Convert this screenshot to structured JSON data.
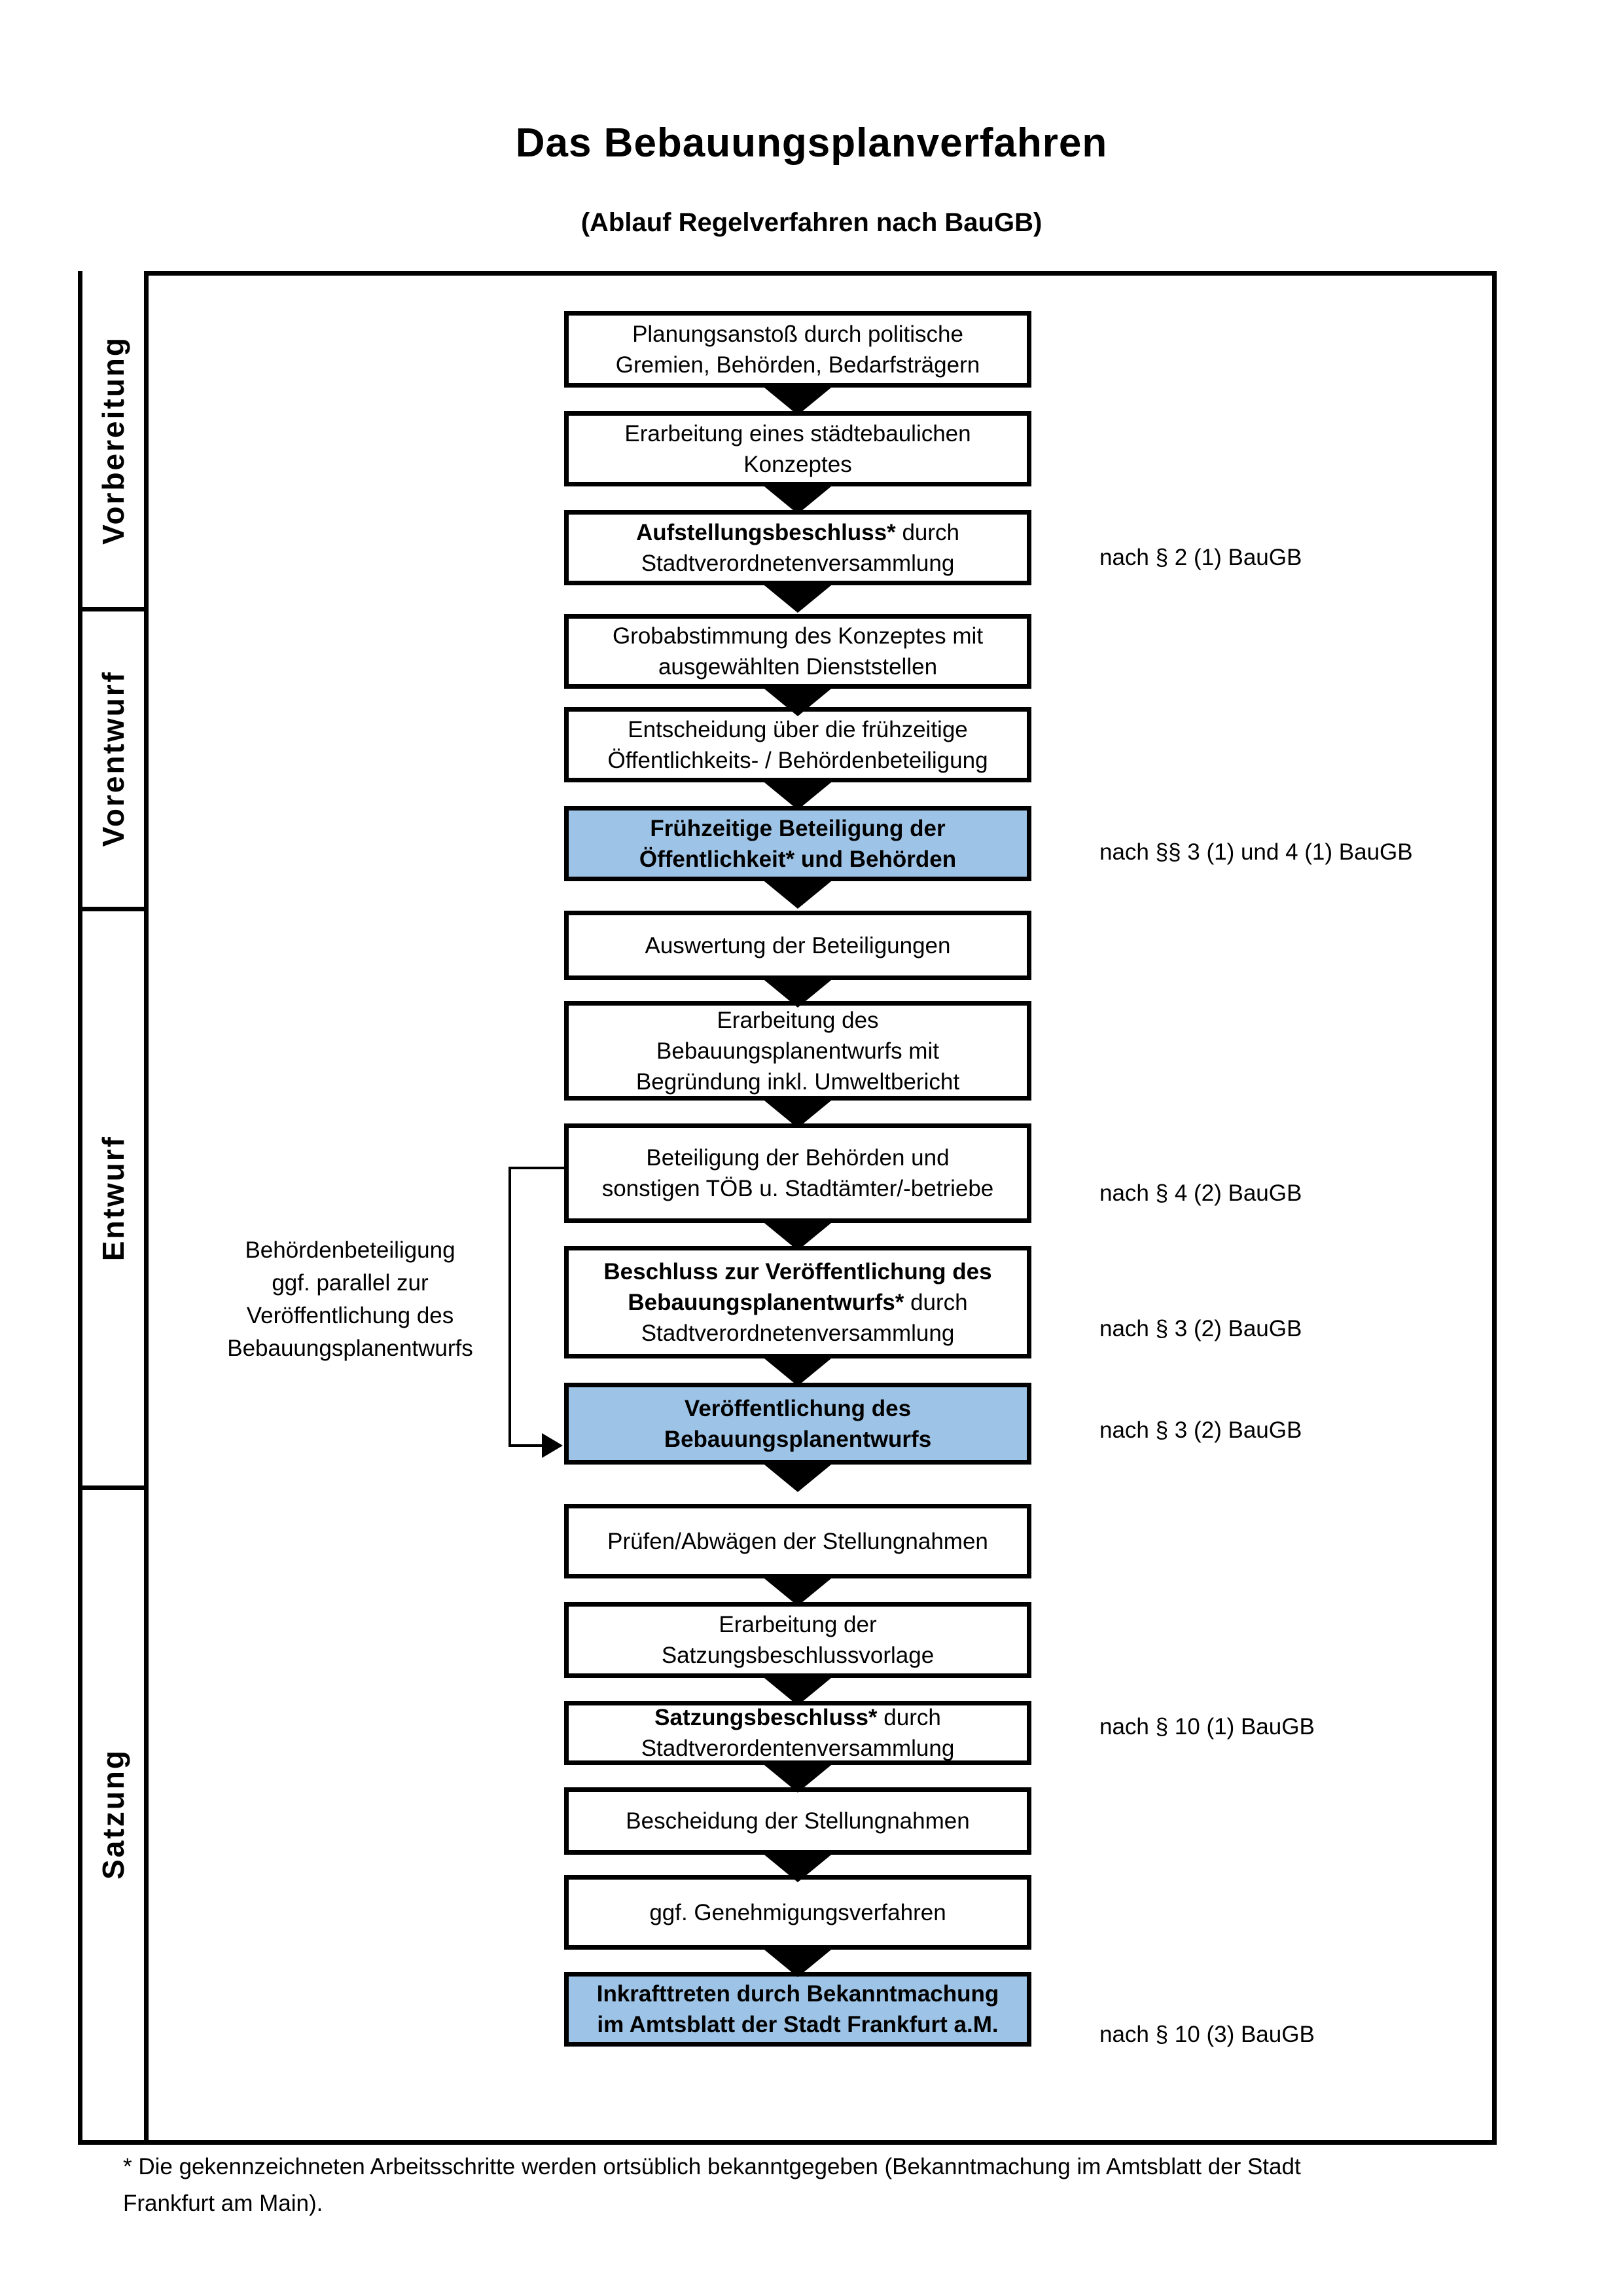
{
  "palette": {
    "highlight_blue": "#9dc3e6",
    "border_black": "#000000",
    "label_column_background": "#ffffff",
    "phase_backgrounds": [
      "#f2f2f2",
      "#e4e4e4",
      "#d5d5d5",
      "#bcbcbc"
    ]
  },
  "title": "Das Bebauungsplanverfahren",
  "subtitle": "(Ablauf Regelverfahren nach BauGB)",
  "phases": [
    {
      "label": "Vorbereitung"
    },
    {
      "label": "Vorentwurf"
    },
    {
      "label": "Entwurf"
    },
    {
      "label": "Satzung"
    }
  ],
  "boxes": [
    {
      "phase": "Vorbereitung",
      "highlight": false,
      "lines": [
        [
          {
            "text": "Planungsanstoß durch politische",
            "bold": false
          }
        ],
        [
          {
            "text": "Gremien, Behörden, Bedarfsträgern",
            "bold": false
          }
        ]
      ]
    },
    {
      "phase": "Vorbereitung",
      "highlight": false,
      "lines": [
        [
          {
            "text": "Erarbeitung eines städtebaulichen",
            "bold": false
          }
        ],
        [
          {
            "text": "Konzeptes",
            "bold": false
          }
        ]
      ]
    },
    {
      "phase": "Vorbereitung",
      "highlight": false,
      "lines": [
        [
          {
            "text": "Aufstellungsbeschluss*",
            "bold": true
          },
          {
            "text": " durch",
            "bold": false
          }
        ],
        [
          {
            "text": "Stadtverordnetenversammlung",
            "bold": false
          }
        ]
      ]
    },
    {
      "phase": "Vorentwurf",
      "highlight": false,
      "lines": [
        [
          {
            "text": "Grobabstimmung des Konzeptes mit",
            "bold": false
          }
        ],
        [
          {
            "text": "ausgewählten Dienststellen",
            "bold": false
          }
        ]
      ]
    },
    {
      "phase": "Vorentwurf",
      "highlight": false,
      "lines": [
        [
          {
            "text": "Entscheidung über die frühzeitige",
            "bold": false
          }
        ],
        [
          {
            "text": "Öffentlichkeits- / Behördenbeteiligung",
            "bold": false
          }
        ]
      ]
    },
    {
      "phase": "Vorentwurf",
      "highlight": true,
      "lines": [
        [
          {
            "text": "Frühzeitige Beteiligung der",
            "bold": true
          }
        ],
        [
          {
            "text": "Öffentlichkeit* und Behörden",
            "bold": true
          }
        ]
      ]
    },
    {
      "phase": "Entwurf",
      "highlight": false,
      "lines": [
        [
          {
            "text": "Auswertung der Beteiligungen",
            "bold": false
          }
        ]
      ]
    },
    {
      "phase": "Entwurf",
      "highlight": false,
      "lines": [
        [
          {
            "text": "Erarbeitung des",
            "bold": false
          }
        ],
        [
          {
            "text": "Bebauungsplanentwurfs mit",
            "bold": false
          }
        ],
        [
          {
            "text": "Begründung inkl. Umweltbericht",
            "bold": false
          }
        ]
      ]
    },
    {
      "phase": "Entwurf",
      "highlight": false,
      "lines": [
        [
          {
            "text": "Beteiligung der Behörden und",
            "bold": false
          }
        ],
        [
          {
            "text": "sonstigen TÖB u. Stadtämter/-betriebe",
            "bold": false
          }
        ]
      ]
    },
    {
      "phase": "Entwurf",
      "highlight": false,
      "lines": [
        [
          {
            "text": "Beschluss zur Veröffentlichung des",
            "bold": true
          }
        ],
        [
          {
            "text": "Bebauungsplanentwurfs*",
            "bold": true
          },
          {
            "text": " durch",
            "bold": false
          }
        ],
        [
          {
            "text": "Stadtverordnetenversammlung",
            "bold": false
          }
        ]
      ]
    },
    {
      "phase": "Entwurf",
      "highlight": true,
      "lines": [
        [
          {
            "text": "Veröffentlichung des",
            "bold": true
          }
        ],
        [
          {
            "text": "Bebauungsplanentwurfs",
            "bold": true
          }
        ]
      ]
    },
    {
      "phase": "Satzung",
      "highlight": false,
      "lines": [
        [
          {
            "text": "Prüfen/Abwägen der Stellungnahmen",
            "bold": false
          }
        ]
      ]
    },
    {
      "phase": "Satzung",
      "highlight": false,
      "lines": [
        [
          {
            "text": "Erarbeitung der",
            "bold": false
          }
        ],
        [
          {
            "text": "Satzungsbeschlussvorlage",
            "bold": false
          }
        ]
      ]
    },
    {
      "phase": "Satzung",
      "highlight": false,
      "lines": [
        [
          {
            "text": "Satzungsbeschluss*",
            "bold": true
          },
          {
            "text": " durch",
            "bold": false
          }
        ],
        [
          {
            "text": "Stadtverordentenversammlung",
            "bold": false
          }
        ]
      ]
    },
    {
      "phase": "Satzung",
      "highlight": false,
      "lines": [
        [
          {
            "text": "Bescheidung der Stellungnahmen",
            "bold": false
          }
        ]
      ]
    },
    {
      "phase": "Satzung",
      "highlight": false,
      "lines": [
        [
          {
            "text": "ggf. Genehmigungsverfahren",
            "bold": false
          }
        ]
      ]
    },
    {
      "phase": "Satzung",
      "highlight": true,
      "lines": [
        [
          {
            "text": "Inkrafttreten",
            "bold": true
          },
          {
            "text": " durch Bekanntmachung",
            "bold": false
          }
        ],
        [
          {
            "text": "im Amtsblatt der Stadt Frankfurt a.M.",
            "bold": false
          }
        ]
      ]
    }
  ],
  "references": [
    {
      "text": "nach § 2 (1) BauGB"
    },
    {
      "text": "nach §§ 3 (1) und 4 (1) BauGB"
    },
    {
      "text": "nach § 4 (2) BauGB"
    },
    {
      "text": "nach § 3 (2) BauGB"
    },
    {
      "text": "nach § 3 (2) BauGB"
    },
    {
      "text": "nach § 10 (1) BauGB"
    },
    {
      "text": "nach § 10 (3) BauGB"
    }
  ],
  "side_note": {
    "lines": [
      "Behördenbeteiligung",
      "ggf. parallel zur",
      "Veröffentlichung des",
      "Bebauungsplanentwurfs"
    ]
  },
  "footnote": {
    "lines": [
      "* Die gekennzeichneten Arbeitsschritte werden ortsüblich bekanntgegeben (Bekanntmachung im Amtsblatt  der Stadt",
      "Frankfurt am Main)."
    ]
  }
}
